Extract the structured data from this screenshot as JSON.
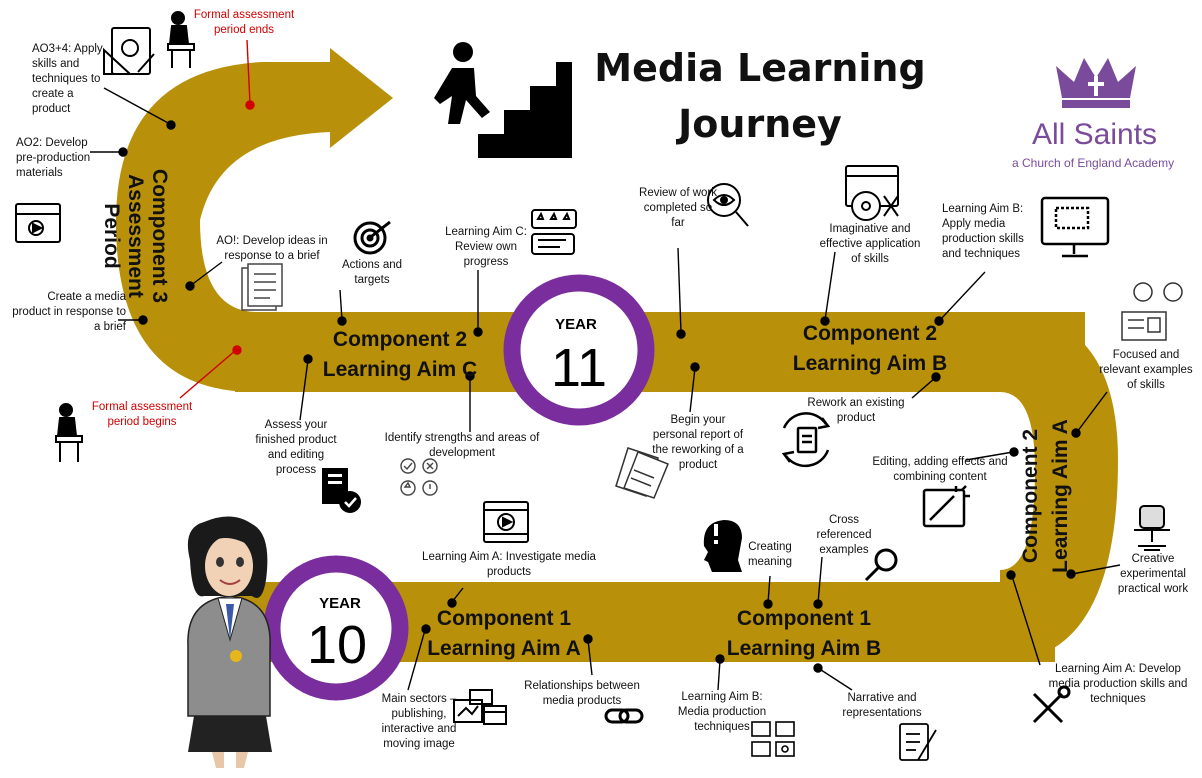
{
  "title": {
    "line1": "Media Learning",
    "line2": "Journey"
  },
  "logo": {
    "name": "All Saints",
    "subtitle": "a Church of England Academy"
  },
  "colors": {
    "track": "#b8900a",
    "ring": "#7a2e9e",
    "red": "#d20000",
    "logo": "#7a4b9a"
  },
  "year10": {
    "label": "YEAR",
    "number": "10"
  },
  "year11": {
    "label": "YEAR",
    "number": "11"
  },
  "components": {
    "c1a": {
      "line1": "Component 1",
      "line2": "Learning Aim A"
    },
    "c1b": {
      "line1": "Component 1",
      "line2": "Learning Aim B"
    },
    "c2a": {
      "line1": "Component 2",
      "line2": "Learning Aim A"
    },
    "c2b": {
      "line1": "Component 2",
      "line2": "Learning Aim B"
    },
    "c2c": {
      "line1": "Component 2",
      "line2": "Learning Aim C"
    },
    "c3": {
      "line1": "Component 3",
      "line2": "Assessment",
      "line3": "Period"
    }
  },
  "labels": {
    "formal_end": "Formal assessment period ends",
    "formal_begin": "Formal assessment period begins",
    "ao34": "AO3+4: Apply skills and techniques to create a product",
    "ao2": "AO2: Develop pre-production materials",
    "ao1": "AO!: Develop ideas in response to a brief",
    "create_product": "Create a media product in response to a brief",
    "actions_targets": "Actions and targets",
    "aim_c_review": "Learning Aim C: Review own progress",
    "review_work": "Review of work completed so far",
    "imaginative": "Imaginative and effective application of skills",
    "aim_b_apply": "Learning Aim B: Apply media production skills and techniques",
    "focused": "Focused and relevant examples of skills",
    "assess_finished": "Assess your finished product and editing process",
    "strengths": "Identify strengths and areas of development",
    "begin_report": "Begin your personal report of the reworking of a product",
    "rework": "Rework an existing product",
    "editing": "Editing, adding effects and combining content",
    "creative": "Creative experimental practical work",
    "aim_a_investigate": "Learning Aim A: Investigate media products",
    "creating_meaning": "Creating meaning",
    "cross_ref": "Cross referenced examples",
    "main_sectors": "Main sectors – publishing, interactive and moving image",
    "relationships": "Relationships between media products",
    "aim_b_techniques": "Learning Aim B: Media production techniques",
    "narrative": "Narrative and representations",
    "aim_a_develop": "Learning Aim A: Develop media production skills and techniques"
  }
}
